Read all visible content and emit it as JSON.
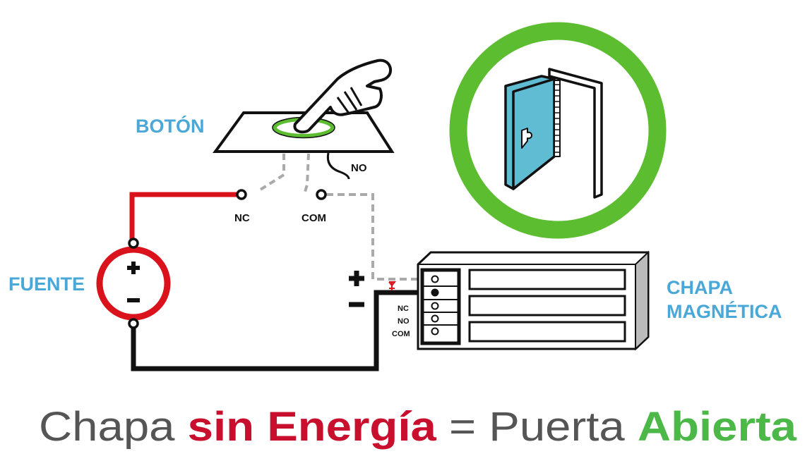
{
  "labels": {
    "button": "BOTÓN",
    "power_supply": "FUENTE",
    "maglock_line1": "CHAPA",
    "maglock_line2": "MAGNÉTICA",
    "switch_no": "NO",
    "switch_nc": "NC",
    "switch_com": "COM",
    "lock_nc": "NC",
    "lock_no": "NO",
    "lock_com": "COM",
    "plus": "+",
    "minus": "−"
  },
  "caption": {
    "part1": "Chapa ",
    "part2": "sin Energía",
    "part3": " = Puerta ",
    "part4": "Abierta"
  },
  "colors": {
    "label_blue": "#4aa8d8",
    "wire_red": "#d9121b",
    "ring_green": "#5bbd2f",
    "door_blue": "#5fbcd3",
    "caption_grey": "#555555",
    "caption_red": "#c8102e",
    "caption_green": "#4cb848"
  }
}
